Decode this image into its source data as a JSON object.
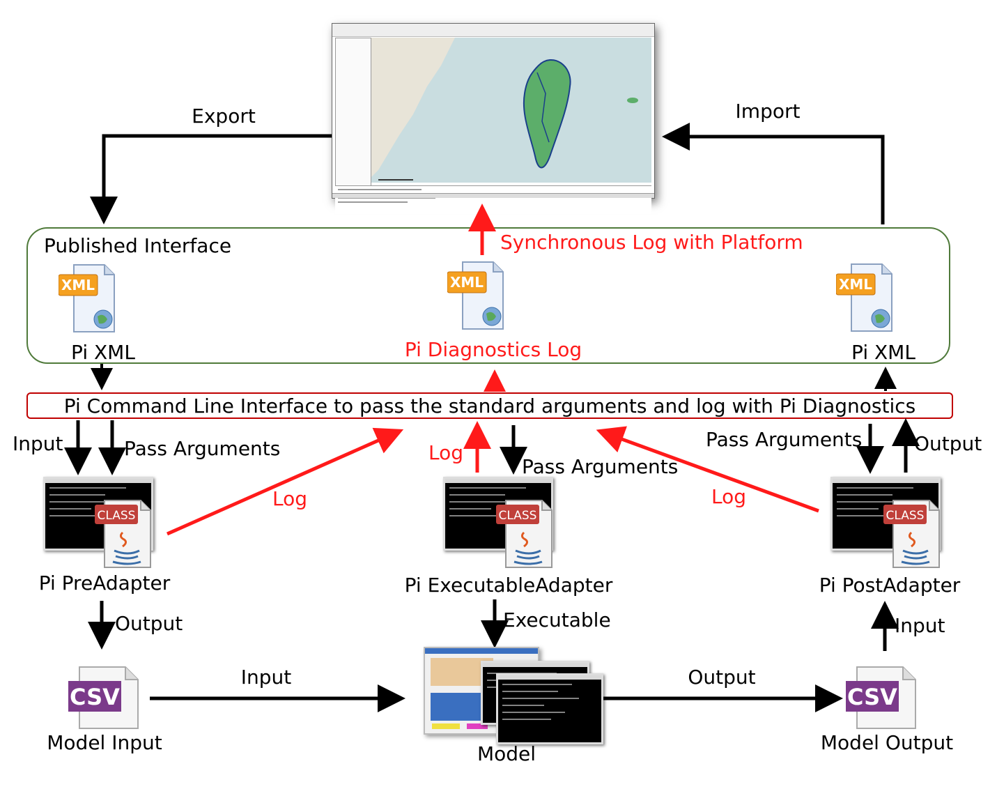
{
  "platform_window": {
    "icon": "platform-screenshot-map-taiwan"
  },
  "labels": {
    "export": "Export",
    "import": "Import",
    "published_interface": "Published Interface",
    "synchronous_log": "Synchronous Log with Platform",
    "pi_xml_left": "Pi XML",
    "pi_diagnostics_log": "Pi Diagnostics Log",
    "pi_xml_right": "Pi XML",
    "cli": "Pi Command Line Interface to pass the standard arguments and log with Pi Diagnostics",
    "input_left": "Input",
    "pass_args_left": "Pass Arguments",
    "log_center": "Log",
    "pass_args_center": "Pass Arguments",
    "pass_args_right": "Pass Arguments",
    "output_right": "Output",
    "log_left_arrow": "Log",
    "log_right_arrow": "Log",
    "pre_adapter": "Pi PreAdapter",
    "exec_adapter": "Pi ExecutableAdapter",
    "post_adapter": "Pi PostAdapter",
    "output_pre": "Output",
    "executable": "Executable",
    "input_post": "Input",
    "csv_left": "CSV",
    "csv_right": "CSV",
    "model_input": "Model Input",
    "input_model": "Input",
    "output_model": "Output",
    "model": "Model",
    "model_output": "Model Output",
    "xml_tag": "XML",
    "class_tag": "CLASS"
  },
  "colors": {
    "log_arrow": "#ff1a1a",
    "flow_arrow": "#000000",
    "interface_border": "#4f7a3a",
    "cli_border": "#c00000"
  }
}
